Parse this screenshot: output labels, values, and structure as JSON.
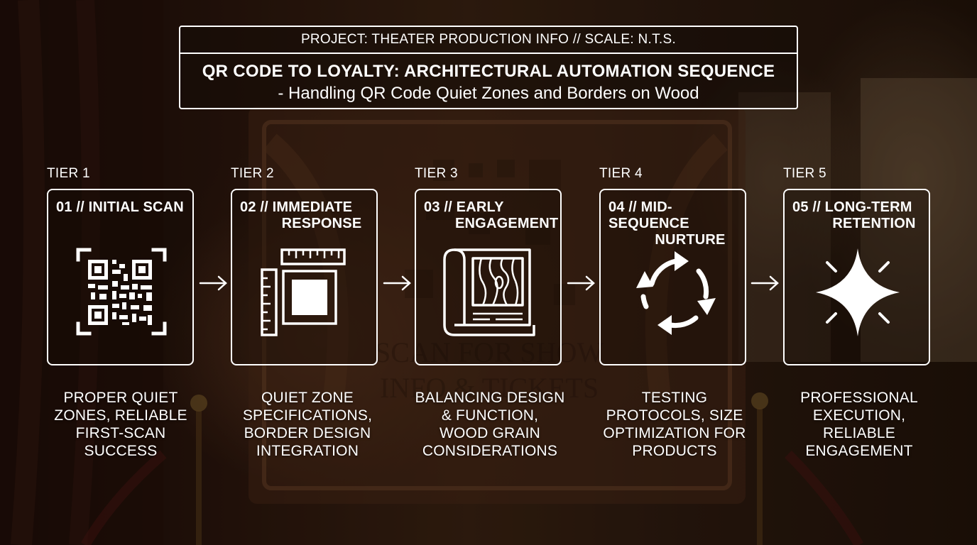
{
  "header": {
    "project_line": "PROJECT: THEATER PRODUCTION INFO // SCALE: N.T.S.",
    "title": "QR CODE TO LOYALTY: ARCHITECTURAL AUTOMATION SEQUENCE",
    "subtitle": "- Handling QR Code Quiet Zones and Borders on Wood"
  },
  "tiers": [
    {
      "tier": "TIER 1",
      "title_l1": "01 // INITIAL SCAN",
      "title_l2": "",
      "icon": "qr-code-icon",
      "desc": [
        "PROPER QUIET",
        "ZONES, RELIABLE",
        "FIRST-SCAN",
        "SUCCESS"
      ]
    },
    {
      "tier": "TIER 2",
      "title_l1": "02 // IMMEDIATE",
      "title_l2": "RESPONSE",
      "icon": "ruler-square-icon",
      "desc": [
        "QUIET ZONE",
        "SPECIFICATIONS,",
        "BORDER DESIGN",
        "INTEGRATION"
      ]
    },
    {
      "tier": "TIER 3",
      "title_l1": "03 // EARLY",
      "title_l2": "ENGAGEMENT",
      "icon": "wood-grain-blueprint-icon",
      "desc": [
        "BALANCING DESIGN",
        "& FUNCTION,",
        "WOOD GRAIN",
        "CONSIDERATIONS"
      ]
    },
    {
      "tier": "TIER 4",
      "title_l1": "04 // MID-SEQUENCE",
      "title_l2": "NURTURE",
      "icon": "cycle-arrows-icon",
      "desc": [
        "TESTING",
        "PROTOCOLS, SIZE",
        "OPTIMIZATION FOR",
        "PRODUCTS"
      ]
    },
    {
      "tier": "TIER 5",
      "title_l1": "05 // LONG-TERM",
      "title_l2": "RETENTION",
      "icon": "sparkle-star-icon",
      "desc": [
        "PROFESSIONAL",
        "EXECUTION,",
        "RELIABLE",
        "ENGAGEMENT"
      ]
    }
  ],
  "background_sign": {
    "line1": "SCAN FOR SHOW",
    "line2": "INFO & TICKETS"
  }
}
